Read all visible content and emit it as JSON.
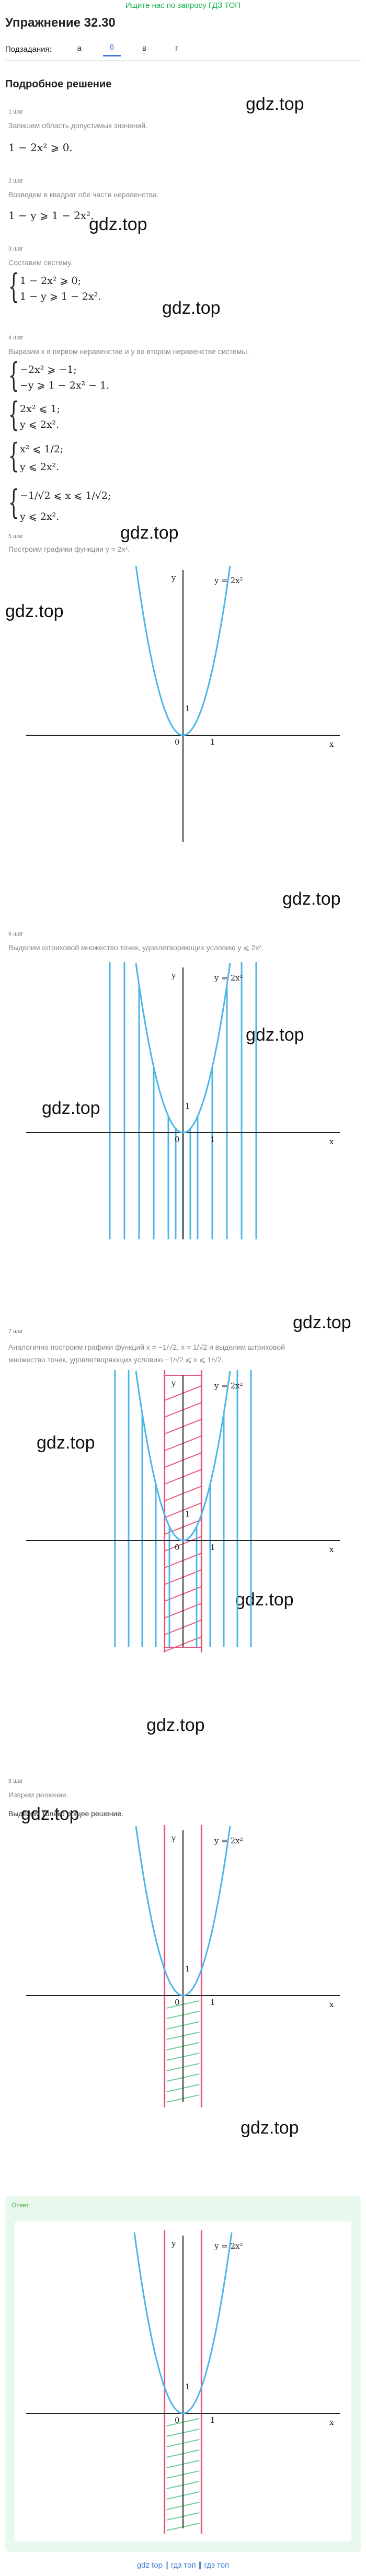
{
  "banner": "Ищите нас по запросу ГДЗ ТОП",
  "title": "Упражнение 32.30",
  "subtasks": {
    "label": "Подзадания:",
    "items": [
      "а",
      "б",
      "в",
      "г"
    ],
    "active_index": 1
  },
  "section_heading": "Подробное решение",
  "watermark": "gdz.top",
  "steps": [
    {
      "label": "1 шаг",
      "hint": "Запишем область допустимых значений.",
      "math": "1 − 2x² ⩾ 0."
    },
    {
      "label": "2 шаг",
      "hint": "Возведем в квадрат обе части неравенства.",
      "math": "1 − y ⩾ 1 − 2x²."
    },
    {
      "label": "3 шаг",
      "hint": "Составим систему.",
      "lines": [
        "1 − 2x² ⩾ 0;",
        "1 − y ⩾ 1 − 2x²."
      ]
    },
    {
      "label": "4 шаг",
      "hint": "Выразим x в первом неравенстве и y во втором неравенстве системы.",
      "sys1": [
        "−2x² ⩾ −1;",
        "−y ⩾ 1 − 2x² − 1."
      ],
      "sys2": [
        "2x² ⩽ 1;",
        "y ⩽ 2x²."
      ],
      "sys3": [
        "x² ⩽ 1/2;",
        "y ⩽ 2x²."
      ],
      "sys4": [
        "−1/√2 ⩽ x ⩽ 1/√2;",
        "y ⩽ 2x²."
      ]
    },
    {
      "label": "5 шаг",
      "hint": "Построим графики функции y = 2x²."
    },
    {
      "label": "6 шаг",
      "hint": "Выделим штриховой множество точек, удовлетворяющих условию y ⩽ 2x²."
    },
    {
      "label": "7 шаг",
      "hint_line1": "Аналогично построим графики функций x = −1/√2, x = 1/√2 и выделим штриховой",
      "hint_line2": "множество точек, удовлетворяющих условию −1/√2 ⩽ x ⩽ 1/√2."
    },
    {
      "label": "8 шаг",
      "hint": "Изврем решение.",
      "hint2": "Выделим только общее решение."
    }
  ],
  "graph": {
    "curve_label": "y = 2x²",
    "x_axis": "x",
    "y_axis": "y",
    "origin": "0",
    "tick": "1"
  },
  "answer": {
    "label": "Ответ"
  },
  "footer": "gdz top ∥ гдз топ ∥ гдз топ",
  "colors": {
    "accent": "#3a7bd5",
    "green": "#13b04b",
    "curve": "#4db6e8",
    "pink": "#e8557a",
    "hatch_green": "#6fcf97"
  }
}
